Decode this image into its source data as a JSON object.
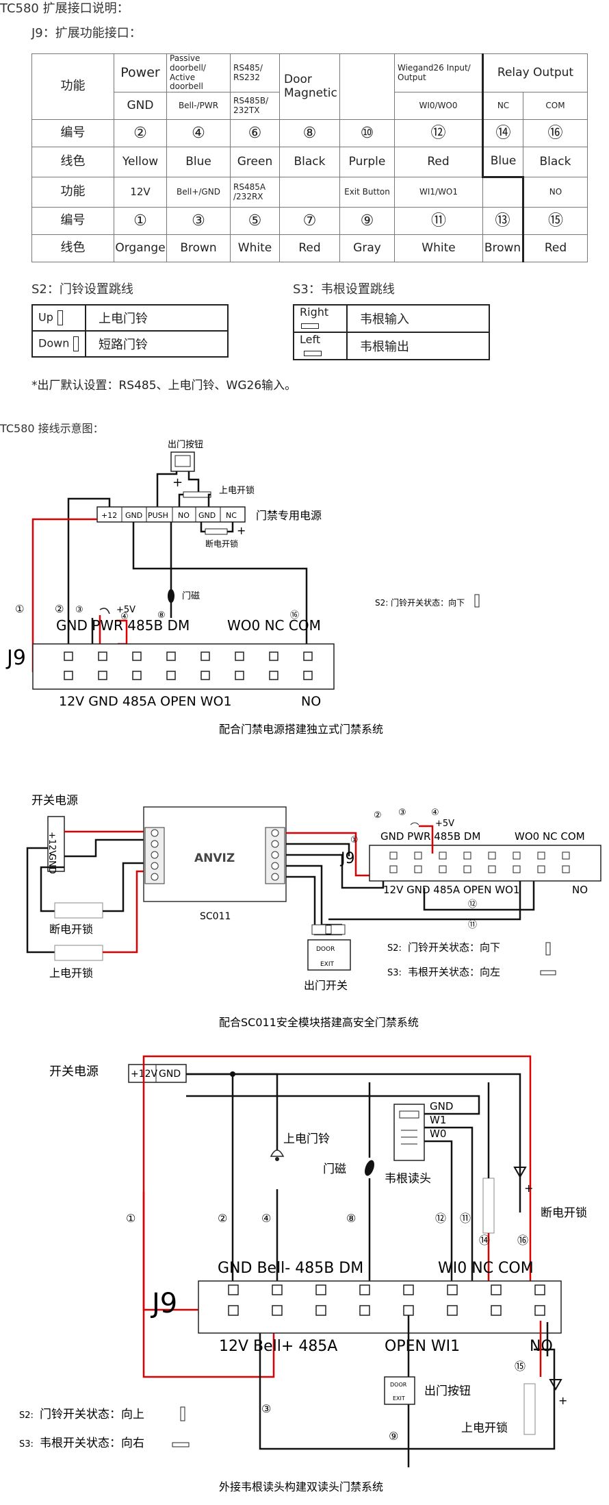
{
  "title_tc580": "TC580 扩展接口说明：",
  "j9_heading": "J9：扩展功能接口：",
  "table": {
    "row_func1_label": "功能",
    "power": "Power",
    "gnd": "GND",
    "doorbell_top": "Passive doorbell/ Active doorbell",
    "bell_minus": "Bell-/PWR",
    "rs485_232": "RS485/ RS232",
    "rs485b": "RS485B/ 232TX",
    "door_magnetic": "Door Magnetic",
    "wiegand": "Wiegand26  Input/ Output",
    "wi0wo0": "WI0/WO0",
    "relay_output": "Relay Output",
    "nc": "NC",
    "com": "COM",
    "num_label": "编号",
    "nums_top": [
      "②",
      "④",
      "⑥",
      "⑧",
      "⑩",
      "⑫",
      "⑭",
      "⑯"
    ],
    "color_label": "线色",
    "colors_top": [
      "Yellow",
      "Blue",
      "Green",
      "Black",
      "Purple",
      "Red",
      "Blue",
      "Black"
    ],
    "func2_label": "功能",
    "funcs_bottom": [
      "12V",
      "Bell+/GND",
      "RS485A /232RX",
      "",
      "Exit Button",
      "WI1/WO1",
      "",
      "NO"
    ],
    "nums_bottom": [
      "①",
      "③",
      "⑤",
      "⑦",
      "⑨",
      "⑪",
      "⑬",
      "⑮"
    ],
    "colors_bottom": [
      "Organge",
      "Brown",
      "White",
      "Red",
      "Gray",
      "White",
      "Brown",
      "Red"
    ]
  },
  "s2": {
    "title": "S2：门铃设置跳线",
    "rows": [
      {
        "key": "Up",
        "val": "上电门铃"
      },
      {
        "key": "Down",
        "val": "短路门铃"
      }
    ]
  },
  "s3": {
    "title": "S3：韦根设置跳线",
    "rows": [
      {
        "key": "Right",
        "val": "韦根输入"
      },
      {
        "key": "Left",
        "val": "韦根输出"
      }
    ]
  },
  "default_note": "*出厂默认设置：RS485、上电门铃、WG26输入。",
  "wiring_title": "TC580 接线示意图：",
  "d1": {
    "exit_btn": "出门按钮",
    "power_unlock": "上电开锁",
    "power_off_unlock": "断电开锁",
    "psu_label": "门禁专用电源",
    "psu_terms": [
      "+12",
      "GND",
      "PUSH",
      "NO",
      "GND",
      "NC"
    ],
    "door_mag": "门磁",
    "s2_state": "S2: 门铃开关状态：向下",
    "j9": "J9",
    "plus5v": "+5V",
    "top_pins": "GND PWR 485B DM",
    "top_pins2": "WO0  NC  COM",
    "bottom_pins": "12V GND 485A    OPEN  WO1",
    "bottom_no": "NO",
    "nums": [
      "①",
      "②",
      "③",
      "④",
      "⑧",
      "⑯"
    ],
    "caption": "配合门禁电源搭建独立式门禁系统"
  },
  "d2": {
    "psu": "开关电源",
    "psu_terms": [
      "+12V",
      "GND"
    ],
    "lock_off": "断电开锁",
    "lock_on": "上电开锁",
    "module": "SC011",
    "brand": "ANVIZ",
    "j9": "J9",
    "plus5v": "+5V",
    "top_pins": "GND PWR 485B DM",
    "top_pins2": "WO0  NC  COM",
    "bottom_pins": "12V GND 485A   OPEN  WO1",
    "bottom_no": "NO",
    "nums": [
      "①",
      "②",
      "③",
      "④",
      "⑪",
      "⑫"
    ],
    "exit_switch": "出门开关",
    "s2_state": "门铃开关状态：向下",
    "s3_state": "韦根开关状态：向左",
    "s2": "S2:",
    "s3": "S3:",
    "door": "DOOR",
    "exit": "EXIT",
    "caption": "配合SC011安全模块搭建高安全门禁系统"
  },
  "d3": {
    "psu": "开关电源",
    "psu_terms": [
      "+12V",
      "GND"
    ],
    "bell": "上电门铃",
    "door_mag": "门磁",
    "reader": "韦根读头",
    "reader_pins": [
      "GND",
      "W1",
      "W0"
    ],
    "lock_off": "断电开锁",
    "lock_on": "上电开锁",
    "exit_btn": "出门按钮",
    "j9": "J9",
    "top_pins": "GND Bell-  485B  DM",
    "top_pins2": "WI0  NC   COM",
    "bottom_pins": "12V Bell+ 485A",
    "bottom_pins2": "OPEN  WI1",
    "bottom_no": "NO",
    "nums": [
      "①",
      "②",
      "③",
      "④",
      "⑧",
      "⑨",
      "⑪",
      "⑫",
      "⑭",
      "⑮",
      "⑯"
    ],
    "s2": "S2:",
    "s3": "S3:",
    "s2_state": "门铃开关状态：向上",
    "s3_state": "韦根开关状态：向右",
    "door": "DOOR",
    "exit": "EXIT",
    "caption": "外接韦根读头构建双读头门禁系统"
  }
}
